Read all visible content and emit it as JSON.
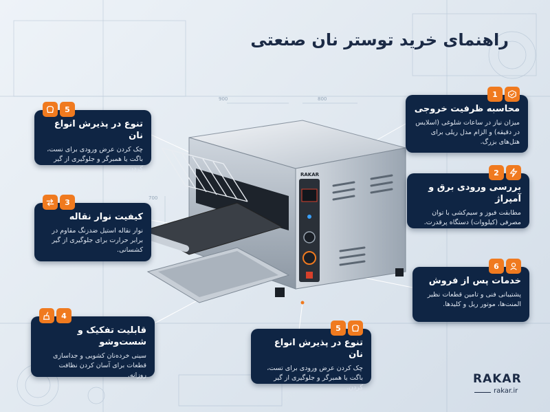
{
  "page": {
    "title": "راهنمای خرید توستر نان صنعتی",
    "accent_color": "#f07a1f",
    "card_color": "#0f2544"
  },
  "toaster": {
    "brand_label": "RAKAR"
  },
  "cards": [
    {
      "number": "1",
      "icon": "box-check-icon",
      "title": "محاسبه ظرفیت خروجی",
      "text": "میزان نیاز در ساعات شلوغی (اسلایس در دقیقه) و الزام مدل ریلی برای هتل‌های بزرگ."
    },
    {
      "number": "2",
      "icon": "lightning-icon",
      "title": "بررسی ورودی برق و آمپراژ",
      "text": "مطابقت فیوز و سیم‌کشی با توان مصرفی (کیلووات) دستگاه پرقدرت."
    },
    {
      "number": "3",
      "icon": "conveyor-icon",
      "title": "کیفیت نوار نقاله",
      "text": "نوار نقاله استیل ضدزنگ مقاوم در برابر حرارت برای جلوگیری از گیر کشسانی."
    },
    {
      "number": "4",
      "icon": "brush-icon",
      "title": "قابلیت تفکیک و شست‌وشو",
      "text": "سینی خرده‌نان کشویی و جداسازی قطعات برای آسان کردن نظافت روزانه."
    },
    {
      "number": "5",
      "icon": "bread-icon",
      "title": "تنوع در پذیرش انواع نان",
      "text": "چک کردن عرض ورودی برای نست، باگت یا همبرگر و جلوگیری از گیر کردن."
    },
    {
      "number": "6",
      "icon": "support-icon",
      "title": "خدمات پس از فروش",
      "text": "پشتیبانی فنی و تامین قطعات نظیر المنت‌ها، موتور ریل و کلیدها."
    },
    {
      "number": "5",
      "icon": "bread-icon",
      "title": "تنوع در پذیرش انواع نان",
      "text": "چک کردن عرض ورودی برای تست، باگت یا همبرگر و جلوگیری از گیر کردن."
    }
  ],
  "brand": {
    "name": "RAKAR",
    "site": "rakar.ir"
  }
}
